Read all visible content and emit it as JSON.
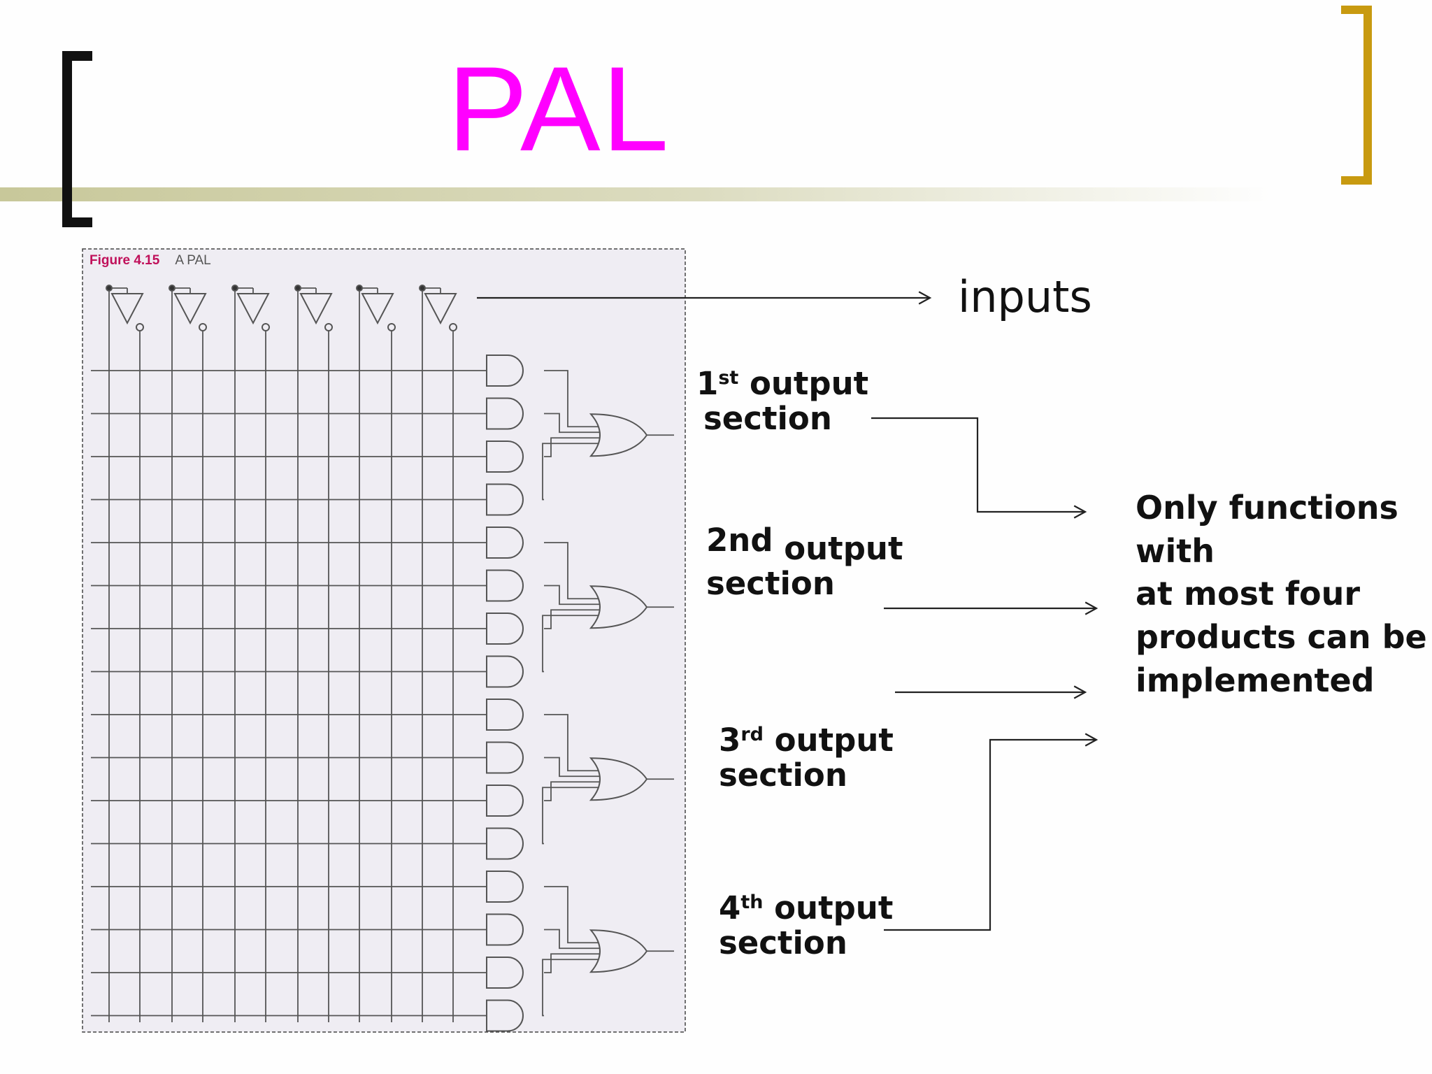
{
  "slide": {
    "title": "PAL",
    "figure": {
      "caption_number": "Figure 4.15",
      "caption_text": "A PAL"
    },
    "labels": {
      "inputs": "inputs",
      "first_section": {
        "n": "1",
        "suffix": "st",
        "word": "output",
        "line2": "section"
      },
      "second_section": {
        "n": "2nd",
        "word": "output",
        "line2": "section"
      },
      "third_section": {
        "n": "3",
        "suffix": "rd",
        "word": "output",
        "line2": "section"
      },
      "fourth_section": {
        "n": "4",
        "suffix": "th",
        "word": "output",
        "line2": "section"
      },
      "note": {
        "line1": "Only functions",
        "line2": "with",
        "line3": "at most four",
        "line4": "products can be",
        "line5": "implemented"
      }
    },
    "colors": {
      "title": "#ff00ff",
      "left_bracket": "#111111",
      "right_bracket": "#c89a10",
      "rule": "#c8c89a",
      "figure_background": "#efedf3",
      "wire": "#555555"
    }
  }
}
